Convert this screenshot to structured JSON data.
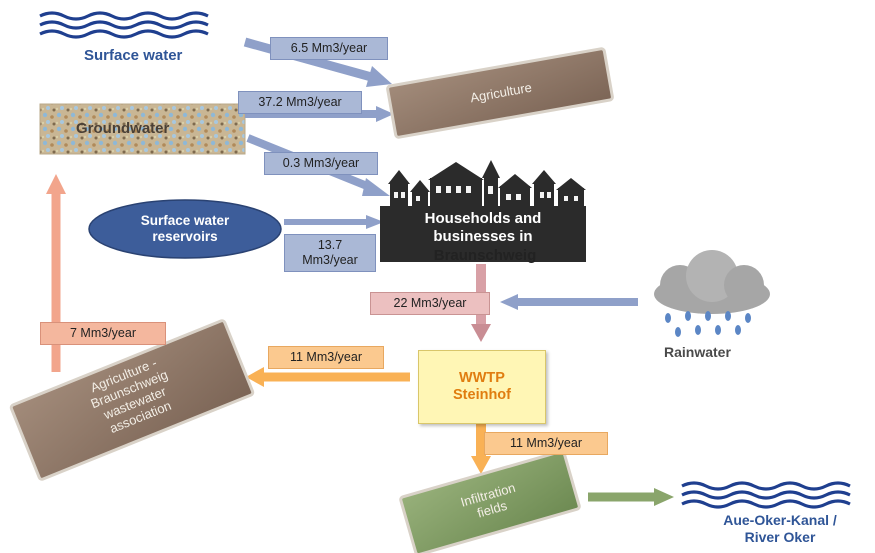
{
  "nodes": {
    "surface_water": "Surface water",
    "groundwater": "Groundwater",
    "agriculture": "Agriculture",
    "households_line1": "Households and",
    "households_line2": "businesses in",
    "households_line3": "Braunschweig",
    "reservoirs_line1": "Surface water",
    "reservoirs_line2": "reservoirs",
    "rainwater": "Rainwater",
    "wwtp_line1": "WWTP",
    "wwtp_line2": "Steinhof",
    "ag_assoc_line1": "Agriculture -",
    "ag_assoc_line2": "Braunschweig",
    "ag_assoc_line3": "wastewater",
    "ag_assoc_line4": "association",
    "infiltration_line1": "Infiltration",
    "infiltration_line2": "fields",
    "river_line1": "Aue-Oker-Kanal /",
    "river_line2": "River Oker"
  },
  "flows": {
    "surface_to_agriculture": "6.5 Mm3/year",
    "groundwater_to_agriculture": "37.2 Mm3/year",
    "groundwater_to_households": "0.3 Mm3/year",
    "reservoirs_to_households_line1": "13.7",
    "reservoirs_to_households_line2": "Mm3/year",
    "households_to_wwtp": "22 Mm3/year",
    "wwtp_to_ag_assoc": "11 Mm3/year",
    "wwtp_to_infiltration": "11 Mm3/year",
    "ag_assoc_to_groundwater": "7 Mm3/year"
  },
  "colors": {
    "blue_flow": "#8fa0c9",
    "pink_flow": "#d8a0a6",
    "orange_flow": "#f9b155",
    "salmon_flow": "#f2a58c",
    "green_flow": "#8aa56b",
    "wave_blue": "#1f3f8f",
    "title_blue": "#2f5597",
    "reservoir_fill": "#3d5d9a",
    "plate_brown": "#8e7665",
    "plate_green": "#7e9a60",
    "wwtp_fill": "#fff6b5",
    "wwtp_text": "#e07d10"
  },
  "icons": [
    "water-waves-icon",
    "city-skyline-icon",
    "rain-cloud-icon",
    "river-waves-icon"
  ]
}
